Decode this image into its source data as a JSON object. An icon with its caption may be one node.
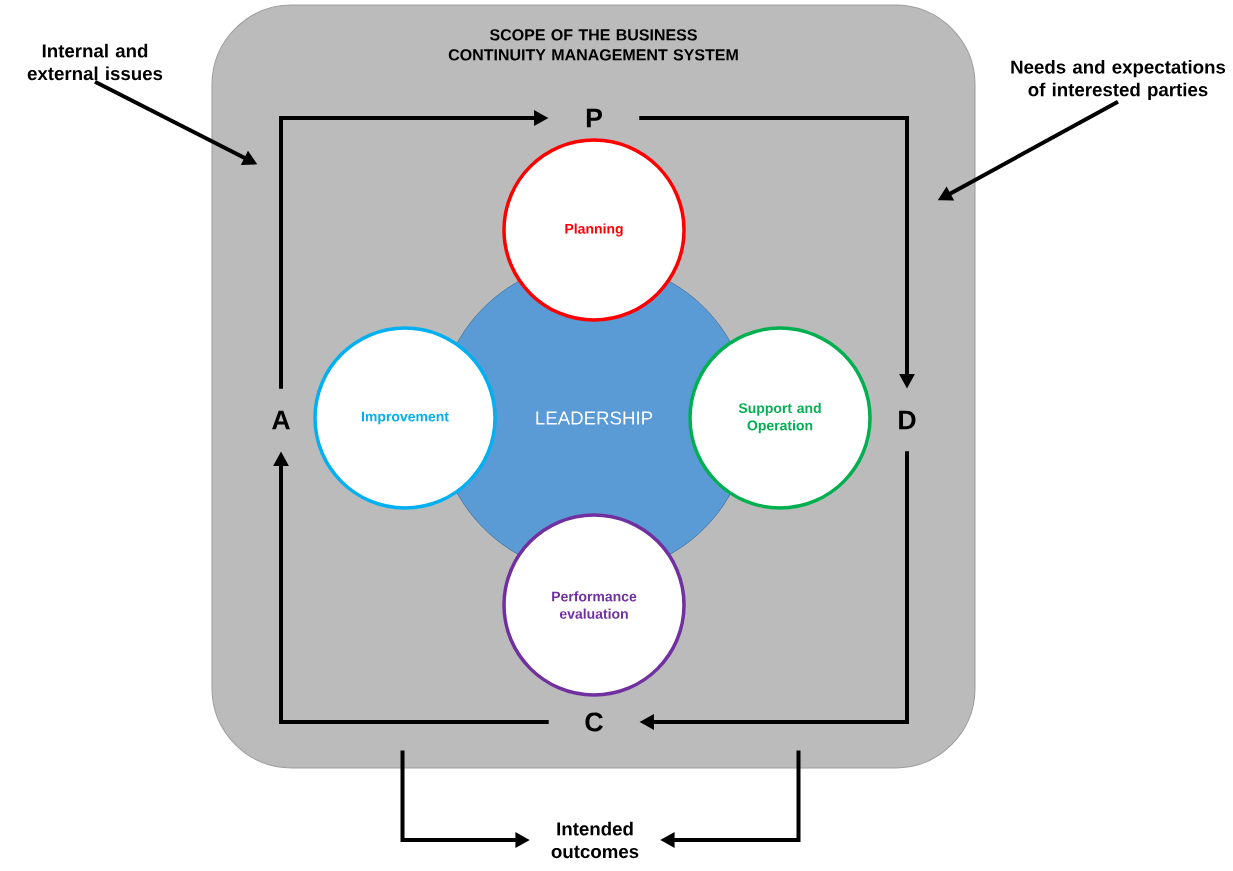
{
  "diagram": {
    "nodes": [
      {
        "text": [
          "SCOPE OF THE BUSINESS CONTINUITY MANAGEMENT SYSTEM"
        ]
      },
      {
        "text": [
          "P"
        ],
        "in": 0
      },
      {
        "text": [
          "D"
        ],
        "in": 0
      },
      {
        "text": [
          "C"
        ],
        "in": 0
      },
      {
        "text": [
          "A"
        ],
        "in": 0
      },
      {
        "text": [
          "LEADERSHIP"
        ],
        "in": 0
      },
      {
        "text": [
          "Planning"
        ],
        "in": 0
      },
      {
        "text": [
          "Support and Operation"
        ],
        "in": 0
      },
      {
        "text": [
          "Performance evaluation"
        ],
        "in": 0
      },
      {
        "text": [
          "Improvement"
        ],
        "in": 0
      },
      {
        "text": [
          "Internal and external issues"
        ]
      },
      {
        "text": [
          "Needs and expectations of interested parties"
        ]
      },
      {
        "text": [
          "Intended outcomes"
        ]
      }
    ],
    "edges": [
      {
        "from": 1,
        "to": 2,
        "arrow": "to"
      },
      {
        "from": 2,
        "to": 3,
        "arrow": "to"
      },
      {
        "from": 3,
        "to": 4,
        "arrow": "to"
      },
      {
        "from": 4,
        "to": 1,
        "arrow": "to"
      },
      {
        "from": 10,
        "to": 0,
        "arrow": "to"
      },
      {
        "from": 11,
        "to": 0,
        "arrow": "to"
      },
      {
        "from": 0,
        "to": 12,
        "arrow": "to"
      },
      {
        "from": 0,
        "to": 12,
        "arrow": "to"
      }
    ]
  }
}
